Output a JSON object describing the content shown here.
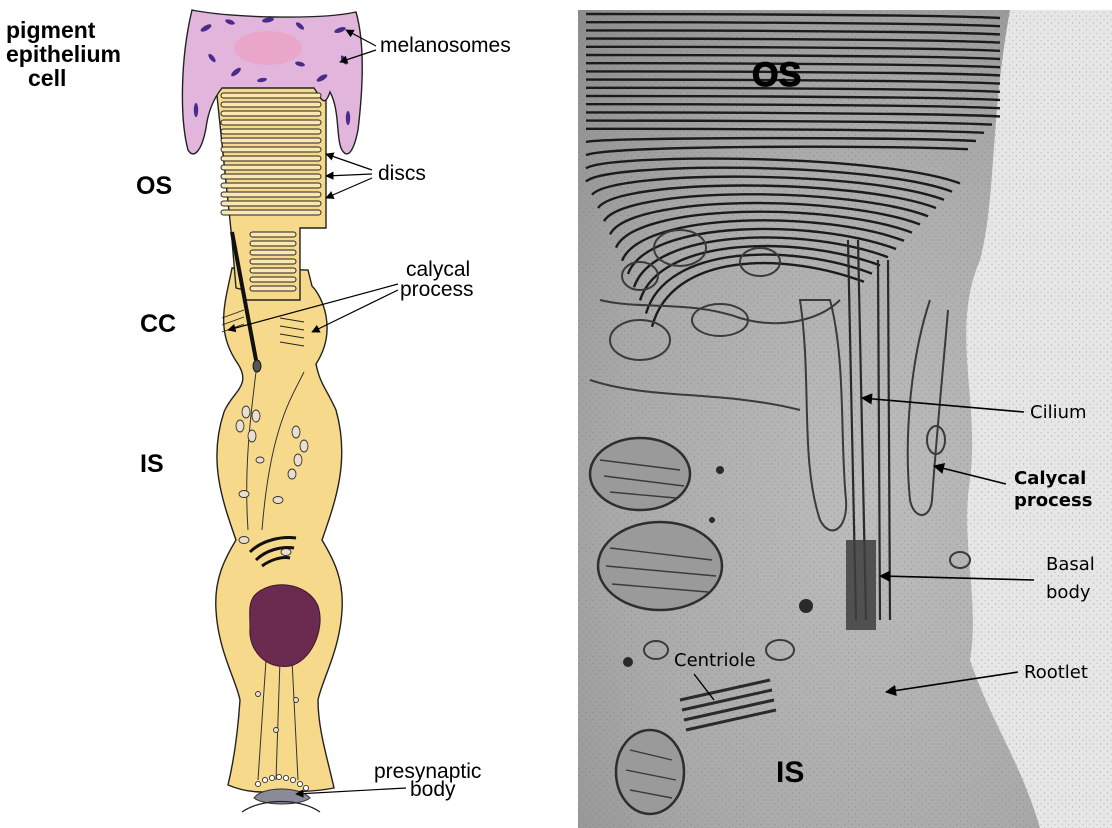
{
  "diagram": {
    "pigment_cell_label": [
      "pigment",
      "epithelium",
      "cell"
    ],
    "melanosomes_label": "melanosomes",
    "os_label": "OS",
    "discs_label": "discs",
    "calycal_label": [
      "calycal",
      "process"
    ],
    "cc_label": "CC",
    "is_label": "IS",
    "presynaptic_label": [
      "presynaptic",
      "body"
    ]
  },
  "micrograph": {
    "os_label": "OS",
    "is_label": "IS",
    "cilium_label": "Cilium",
    "calycal_label": [
      "Calycal",
      "process"
    ],
    "basal_label": [
      "Basal",
      "body"
    ],
    "rootlet_label": "Rootlet",
    "centriole_label": "Centriole"
  },
  "colors": {
    "cell_fill": "#f7d98b",
    "pigment_fill": "#e2b5dc",
    "melanosome": "#4a2b8a",
    "nucleus": "#6b2a4f",
    "em_background": "#c8c8c8"
  }
}
